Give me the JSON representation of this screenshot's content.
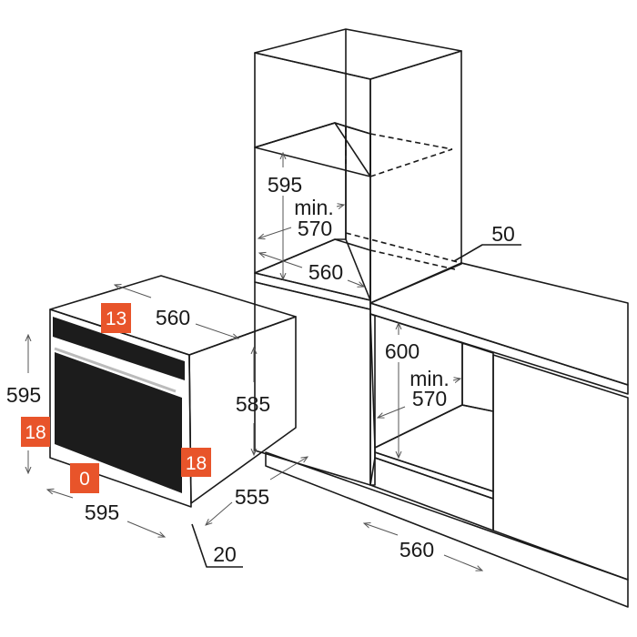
{
  "colors": {
    "badge": "#e8542a",
    "countertop": "#9e9e9e",
    "panel_light": "#f0f0f0",
    "panel_mid": "#dcdcdc",
    "glass": "#1c1c1c"
  },
  "oven": {
    "width_label": "595",
    "height_label": "595",
    "depth_top_label": "560",
    "side_height_label": "585",
    "depth_label": "555",
    "front_offset_label": "20",
    "badges": {
      "top": "13",
      "left": "18",
      "bottom": "0",
      "right": "18"
    }
  },
  "tall_cabinet": {
    "niche_height_label": "595",
    "min_label": "min.",
    "min_depth_label": "570",
    "width_label": "560",
    "vent_label": "50"
  },
  "base_cabinet": {
    "niche_height_label": "600",
    "min_label": "min.",
    "min_depth_label": "570",
    "width_label": "560"
  }
}
